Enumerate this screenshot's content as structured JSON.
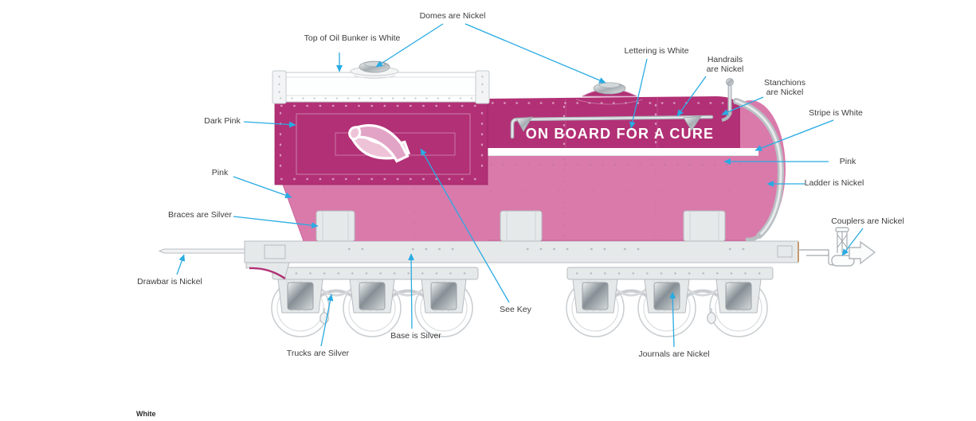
{
  "callouts": {
    "domes": "Domes are Nickel",
    "oil_bunker_top": "Top of Oil Bunker is White",
    "lettering": "Lettering is White",
    "handrails": "Handrails\nare Nickel",
    "stanchions": "Stanchions\nare Nickel",
    "stripe": "Stripe is White",
    "pink_right": "Pink",
    "ladder": "Ladder is Nickel",
    "couplers": "Couplers are Nickel",
    "dark_pink": "Dark Pink",
    "pink_left": "Pink",
    "braces": "Braces are Silver",
    "drawbar": "Drawbar is Nickel",
    "see_key": "See Key",
    "base": "Base is Silver",
    "trucks": "Trucks are Silver",
    "journals": "Journals are Nickel"
  },
  "tender": {
    "lettering": "ON BOARD FOR A CURE"
  },
  "key": {
    "first_item": "White"
  },
  "colors": {
    "leader_line": "#29ABE2",
    "dark_pink": "#B23075",
    "pink": "#D97AAB",
    "white": "#FFFFFF",
    "silver": "#E4E7E8",
    "nickel": "#B0B6BA"
  }
}
